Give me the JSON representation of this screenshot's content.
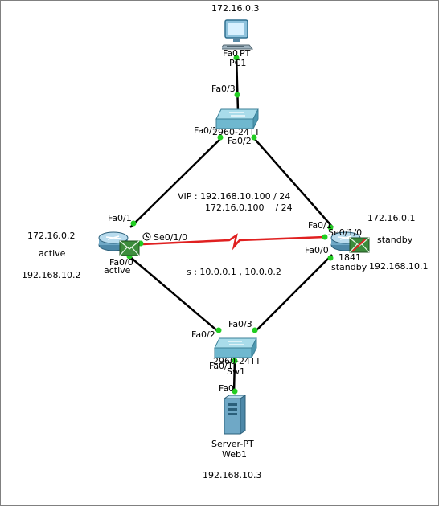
{
  "colors": {
    "link": "#000000",
    "serial": "#e02020",
    "port_up": "#22cc22",
    "switch_face": "#6fb8cf",
    "router_body": "#6fa8c6",
    "envelope": "#3c8c3c"
  },
  "devices": {
    "pc": {
      "name_top": "Fa0",
      "name_pt": "PT",
      "name": "PC1",
      "ip": "172.16.0.3",
      "icon": "pc-icon"
    },
    "switch_top": {
      "model": "2960-24TT",
      "icon": "switch-icon"
    },
    "router_left": {
      "role_label": "active",
      "state": "active",
      "ip_lan": "172.16.0.2",
      "ip_wan": "192.168.10.2",
      "icon": "router-icon"
    },
    "router_right": {
      "model": "1841",
      "role_label": "standby",
      "state": "standby",
      "ip_lan": "172.16.0.1",
      "ip_wan": "192.168.10.1",
      "icon": "router-icon"
    },
    "switch_bottom": {
      "model": "2960-24TT",
      "name": "Sw1",
      "icon": "switch-icon"
    },
    "server": {
      "type": "Server-PT",
      "name": "Web1",
      "ip": "192.168.10.3",
      "icon": "server-icon"
    }
  },
  "ports": {
    "pc_fa0": "Fa0",
    "st_fa03": "Fa0/3",
    "st_fa01": "Fa0/1",
    "st_fa02": "Fa0/2",
    "rl_fa01": "Fa0/1",
    "rl_fa00": "Fa0/0",
    "rl_se": "Se0/1/0",
    "rr_fa01": "Fa0/1",
    "rr_fa00": "Fa0/0",
    "rr_se": "Se0/1/0",
    "sb_fa02": "Fa0/2",
    "sb_fa03": "Fa0/3",
    "sb_fa01": "Fa0/1",
    "srv_fa0": "Fa0"
  },
  "notes": {
    "vip_line1": "VIP : 192.168.10.100 / 24",
    "vip_line2": "172.16.0.100    / 24",
    "serial_net": "s : 10.0.0.1 , 10.0.0.2"
  }
}
